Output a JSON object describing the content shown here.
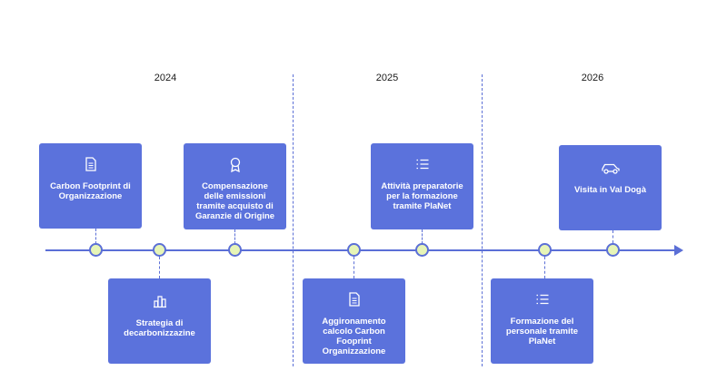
{
  "years": [
    "2024",
    "2025",
    "2026"
  ],
  "colors": {
    "card": "#5b72dc",
    "line": "#5b6fd6",
    "node_fill": "#e7f5b7"
  },
  "events": [
    {
      "id": "cf",
      "icon": "document-icon",
      "label": "Carbon Footprint di Organizzazione"
    },
    {
      "id": "strat",
      "icon": "bar-chart-icon",
      "label": "Strategia di decarbonizzazine"
    },
    {
      "id": "comp",
      "icon": "award-ribbon-icon",
      "label": "Compensazione delle emissioni tramite acquisto di Garanzie di Origine"
    },
    {
      "id": "agg",
      "icon": "document-icon",
      "label": "Aggironamento calcolo Carbon Fooprint Organizzazione"
    },
    {
      "id": "att",
      "icon": "list-icon",
      "label": "Attività preparatorie per la formazione tramite PlaNet"
    },
    {
      "id": "form",
      "icon": "list-icon",
      "label": "Formazione del personale tramite PlaNet"
    },
    {
      "id": "visit",
      "icon": "car-icon",
      "label": "Visita in Val Dogà"
    }
  ]
}
